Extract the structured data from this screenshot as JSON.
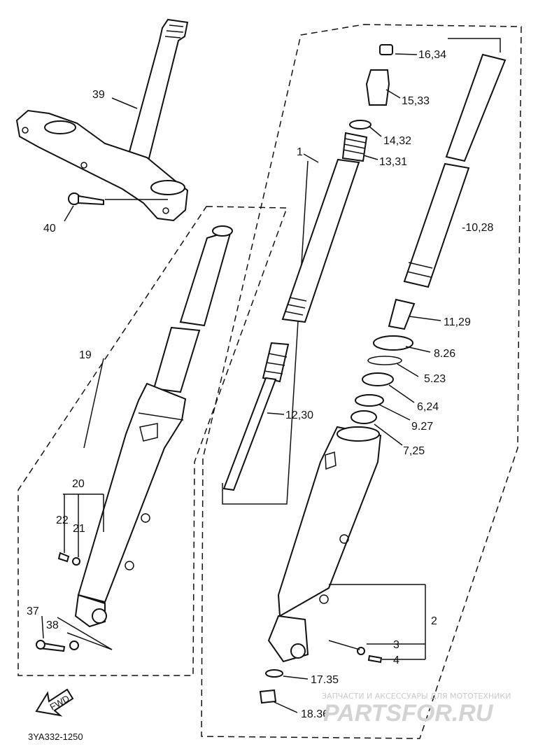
{
  "callouts": {
    "c1": "1",
    "c2": "2",
    "c3": "3",
    "c4": "4",
    "c5_23": "5.23",
    "c6_24": "6,24",
    "c7_25": "7,25",
    "c8_26": "8.26",
    "c9_27": "9.27",
    "c10_28": "-10,28",
    "c11_29": "11,29",
    "c12_30": "12,30",
    "c13_31": "13,31",
    "c14_32": "14,32",
    "c15_33": "15,33",
    "c16_34": "16,34",
    "c17_35": "17.35",
    "c18_36": "18.36",
    "c19": "19",
    "c20": "20",
    "c21": "21",
    "c22": "22",
    "c37": "37",
    "c38": "38",
    "c39": "39",
    "c40": "40"
  },
  "fwd_label": "FWD",
  "diagram_code": "3YA332-1250",
  "watermark": {
    "tagline": "ЗАПЧАСТИ И АКСЕССУАРЫ ДЛЯ МОТОТЕХНИКИ",
    "brand": "PARTSFOR.RU"
  }
}
